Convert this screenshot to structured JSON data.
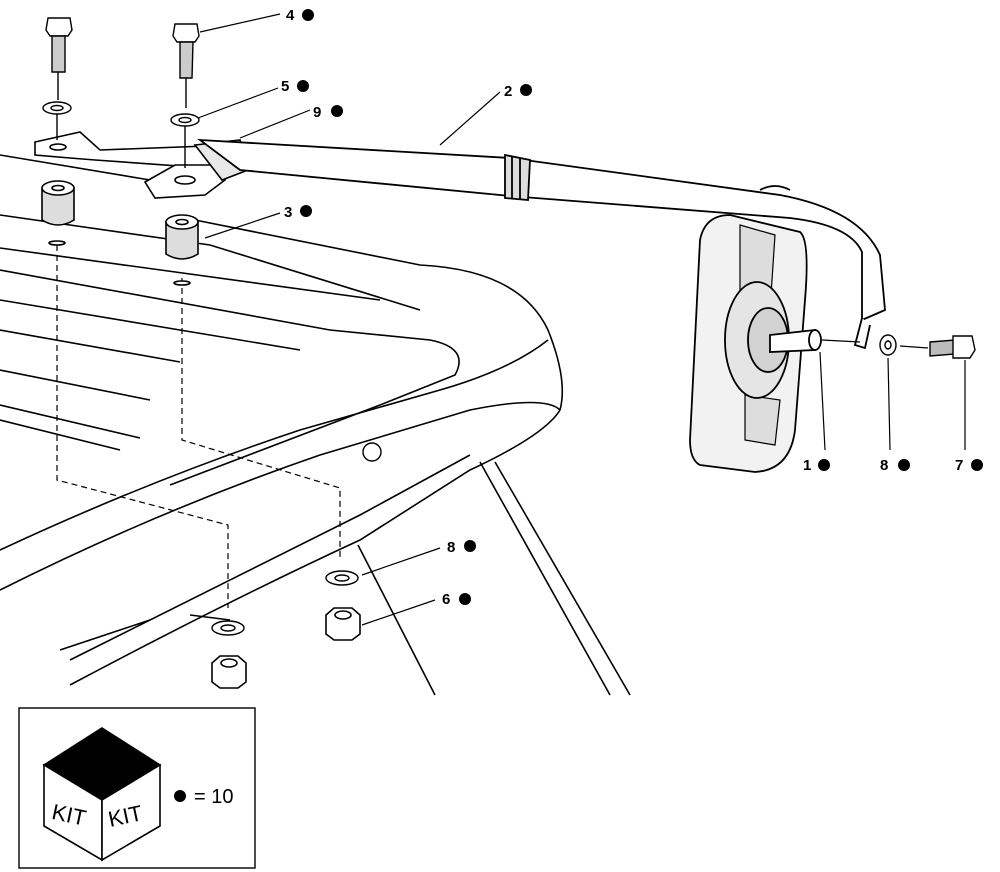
{
  "callouts": [
    {
      "id": "c4",
      "label": "4"
    },
    {
      "id": "c5",
      "label": "5"
    },
    {
      "id": "c9",
      "label": "9"
    },
    {
      "id": "c2",
      "label": "2"
    },
    {
      "id": "c3",
      "label": "3"
    },
    {
      "id": "c1",
      "label": "1"
    },
    {
      "id": "c8a",
      "label": "8"
    },
    {
      "id": "c7",
      "label": "7"
    },
    {
      "id": "c8b",
      "label": "8"
    },
    {
      "id": "c6",
      "label": "6"
    }
  ],
  "kit_legend": {
    "face_left": "KIT",
    "face_right": "KIT",
    "equals_text": "= 10"
  }
}
